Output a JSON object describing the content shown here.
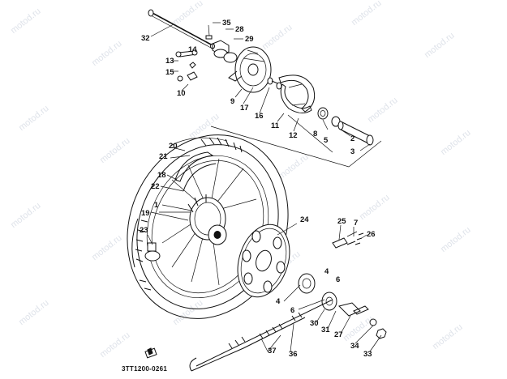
{
  "watermark": "motod.ru",
  "code": "3TT1200-0261",
  "labels": {
    "p1": "1",
    "p2": "2",
    "p3": "3",
    "p4": "4",
    "p4b": "4",
    "p5": "5",
    "p6": "6",
    "p6b": "6",
    "p7": "7",
    "p8": "8",
    "p9": "9",
    "p10": "10",
    "p11": "11",
    "p12": "12",
    "p13": "13",
    "p14": "14",
    "p15": "15",
    "p16": "16",
    "p17": "17",
    "p18": "18",
    "p19": "19",
    "p20": "20",
    "p21": "21",
    "p22": "22",
    "p23": "23",
    "p24": "24",
    "p25": "25",
    "p26": "26",
    "p27": "27",
    "p28": "28",
    "p29": "29",
    "p30": "30",
    "p31": "31",
    "p32": "32",
    "p33": "33",
    "p34": "34",
    "p35": "35",
    "p36": "36",
    "p37": "37"
  }
}
